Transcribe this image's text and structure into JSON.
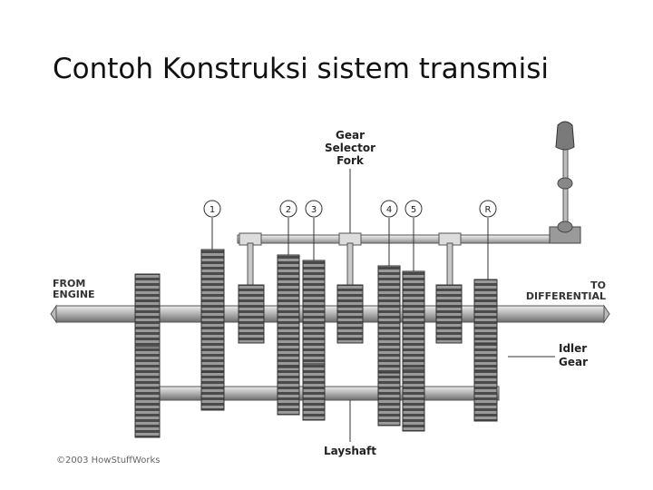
{
  "slide": {
    "title": "Contoh Konstruksi sistem transmisi"
  },
  "labels": {
    "gear_selector_fork": [
      "Gear",
      "Selector",
      "Fork"
    ],
    "from_engine": [
      "FROM",
      "ENGINE"
    ],
    "to_differential": [
      "TO",
      "DIFFERENTIAL"
    ],
    "idler_gear": [
      "Idler",
      "Gear"
    ],
    "layshaft": "Layshaft",
    "copyright": "©2003 HowStuffWorks"
  },
  "gear_numbers": [
    "1",
    "2",
    "3",
    "4",
    "5",
    "R"
  ],
  "colors": {
    "gear_fill": "#8a8a8a",
    "gear_dark": "#3a3a3a",
    "shaft": "#b5b5b5",
    "line": "#333333"
  }
}
